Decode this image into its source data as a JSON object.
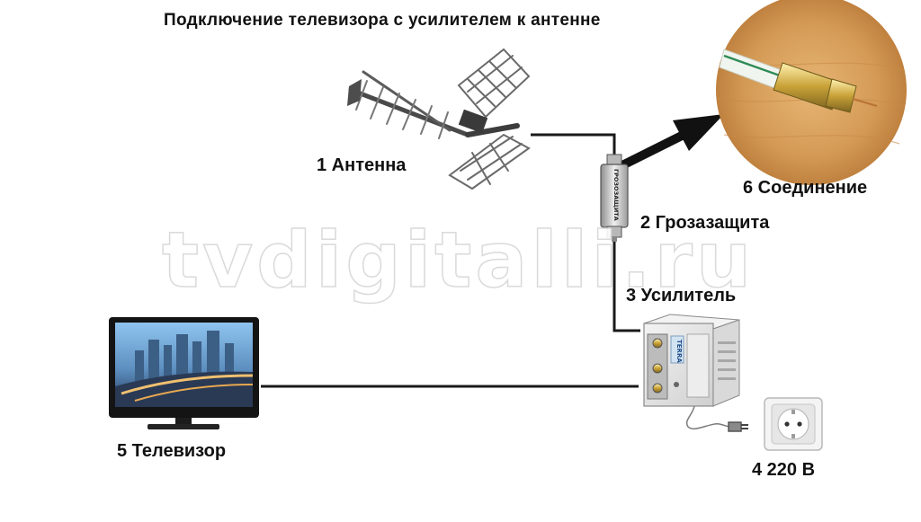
{
  "title": "Подключение телевизора с усилителем к антенне",
  "watermark": "tvdigitalli.ru",
  "components": {
    "antenna": "1 Антенна",
    "lightning_protection": "2 Грозазащита",
    "amplifier": "3 Усилитель",
    "power": "4 220 В",
    "tv": "5 Телевизор",
    "connection": "6 Соединение"
  },
  "device_marks": {
    "lightning_device": "ГРОЗОЗАЩИТА",
    "amplifier_brand": "TERRA"
  },
  "colors": {
    "cable": "#1a1a1a",
    "arrow": "#111111",
    "text": "#111111",
    "device_metal": "#c9c9c9",
    "amplifier_body": "#e8e8e8",
    "socket": "#f2f2f2",
    "photo_wood": "#d49a54"
  }
}
